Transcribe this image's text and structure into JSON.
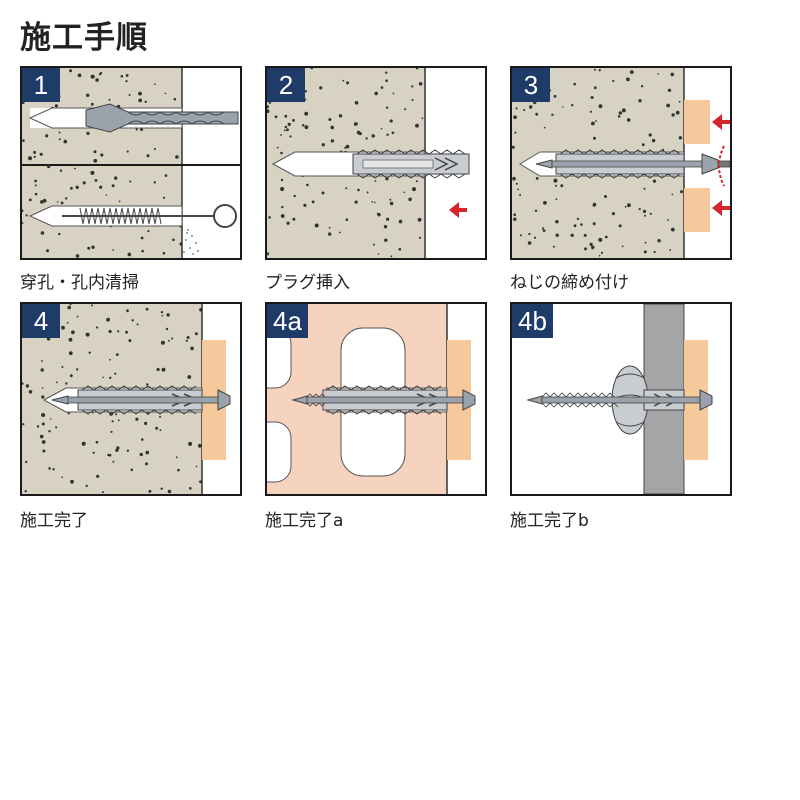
{
  "title": "施工手順",
  "steps": [
    {
      "badge": "1",
      "caption": "穿孔・孔内清掃"
    },
    {
      "badge": "2",
      "caption": "プラグ挿入"
    },
    {
      "badge": "3",
      "caption": "ねじの締め付け"
    },
    {
      "badge": "4",
      "caption": "施工完了"
    },
    {
      "badge": "4a",
      "caption": "施工完了a"
    },
    {
      "badge": "4b",
      "caption": "施工完了b"
    }
  ],
  "colors": {
    "badge": "#1f3b68",
    "concrete": "#d8d2c3",
    "brick": "#f6d3bf",
    "board": "#f6c99c",
    "arrow": "#d6242d",
    "plug": "#c9cdd1",
    "metal": "#9aa3ab",
    "gypsum": "#a3a5a6"
  },
  "icons": [
    "drill-bit-icon",
    "cleaning-brush-icon",
    "plug-icon",
    "screw-icon",
    "screwdriver-icon",
    "push-arrow-icon",
    "rotation-arrow-icon"
  ]
}
